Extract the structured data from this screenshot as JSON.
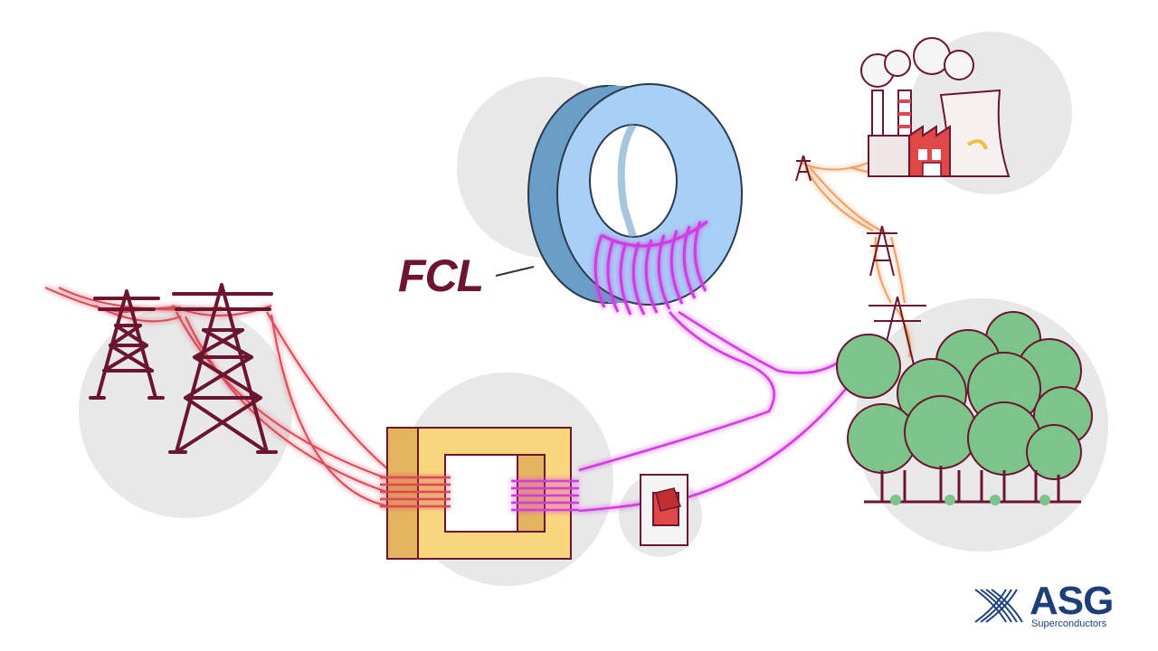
{
  "diagram": {
    "fcl_label": "FCL",
    "colors": {
      "tower": "#6b1530",
      "grid_line": "#d94a58",
      "coil_wire": "#d23ae0",
      "plant_line": "#f0a060",
      "core_outer": "#f9d57e",
      "core_dark": "#e5b45e",
      "ring_front": "#a8d0f7",
      "ring_side": "#6a9ec8",
      "tree_green": "#7cc48a",
      "backdrop_circle": "#e8e8e8",
      "switch_red": "#e04848"
    },
    "icons": [
      "transmission-tower-icon",
      "transformer-icon",
      "fault-current-limiter-ring-icon",
      "switch-icon",
      "power-plant-icon",
      "forest-icon"
    ]
  },
  "logo": {
    "name": "ASG",
    "tagline": "Superconductors"
  }
}
